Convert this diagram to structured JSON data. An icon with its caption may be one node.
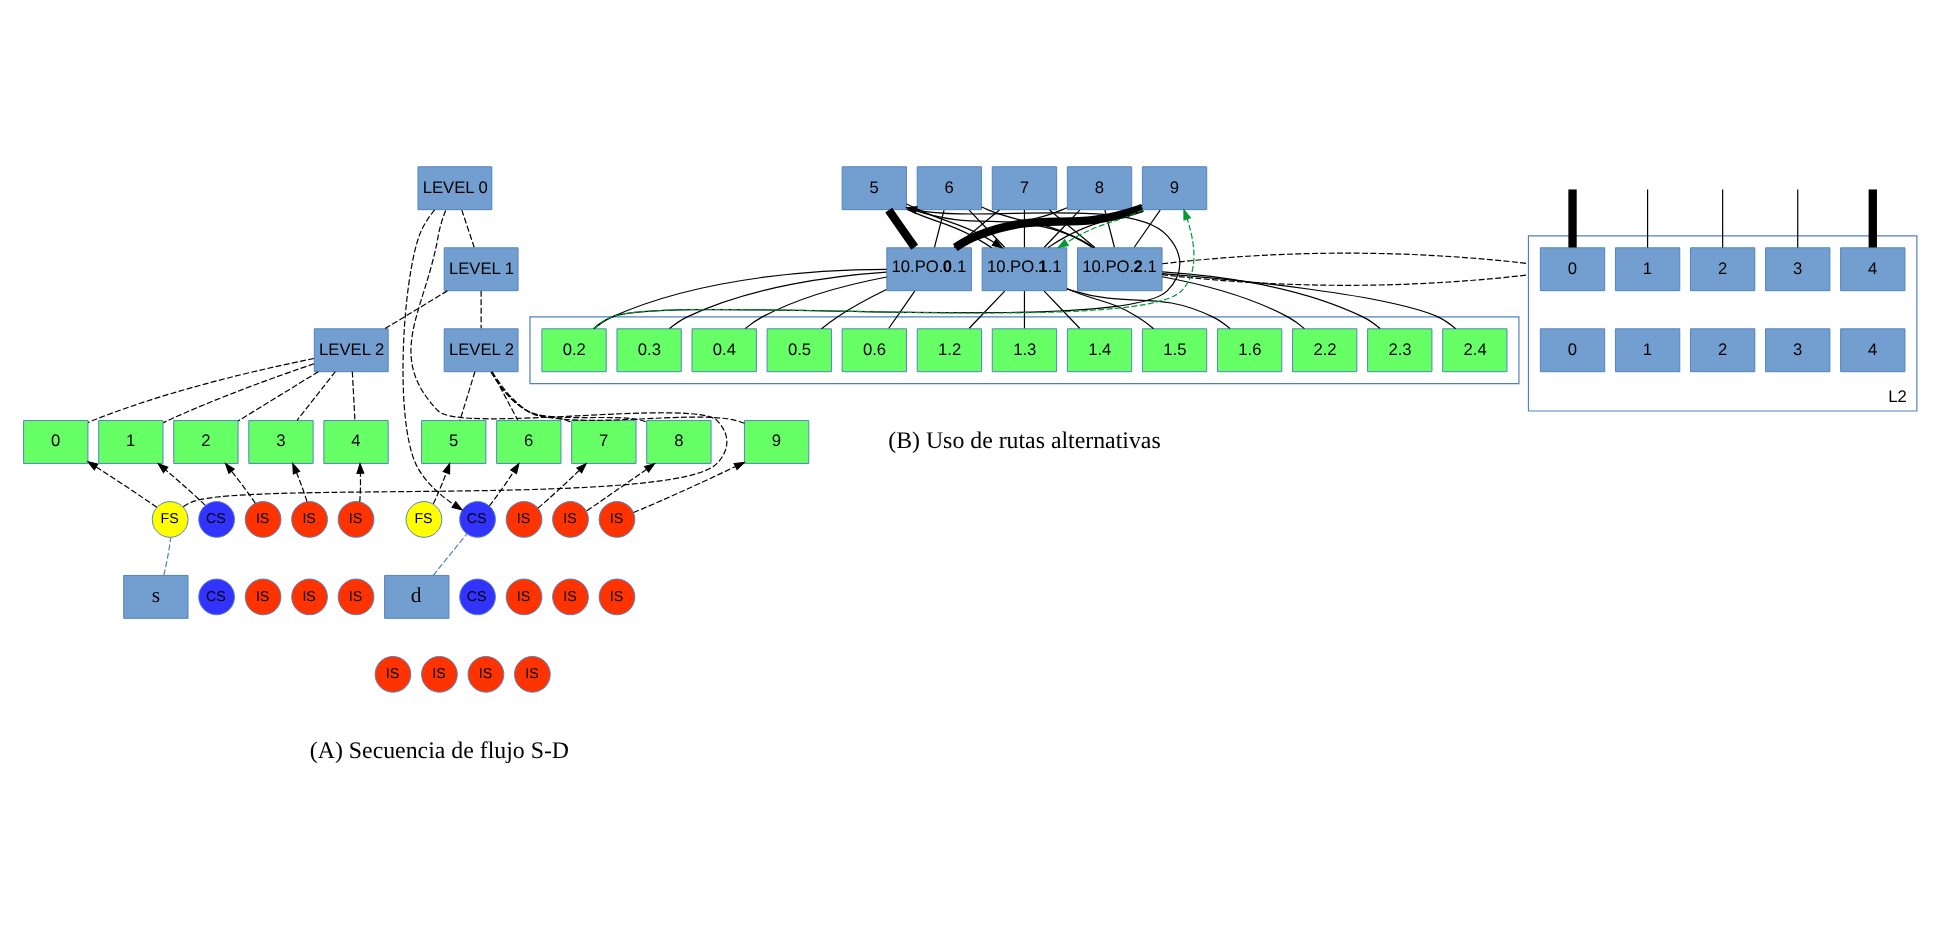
{
  "diagram": {
    "nodes": [
      {
        "text": [
          "LEVEL 0"
        ]
      },
      {
        "text": [
          "LEVEL 1"
        ]
      },
      {
        "text": [
          "LEVEL 2"
        ]
      },
      {
        "text": [
          "LEVEL 2"
        ]
      },
      {
        "text": [
          "0"
        ]
      },
      {
        "text": [
          "1"
        ]
      },
      {
        "text": [
          "2"
        ]
      },
      {
        "text": [
          "3"
        ]
      },
      {
        "text": [
          "4"
        ]
      },
      {
        "text": [
          "5"
        ]
      },
      {
        "text": [
          "6"
        ]
      },
      {
        "text": [
          "7"
        ]
      },
      {
        "text": [
          "8"
        ]
      },
      {
        "text": [
          "9"
        ]
      },
      {
        "text": [
          "FS"
        ]
      },
      {
        "text": [
          "CS"
        ]
      },
      {
        "text": [
          "IS"
        ]
      },
      {
        "text": [
          "IS"
        ]
      },
      {
        "text": [
          "IS"
        ]
      },
      {
        "text": [
          "CS"
        ]
      },
      {
        "text": [
          "IS"
        ]
      },
      {
        "text": [
          "IS"
        ]
      },
      {
        "text": [
          "IS"
        ]
      },
      {
        "text": [
          "IS"
        ]
      },
      {
        "text": [
          "IS"
        ]
      },
      {
        "text": [
          "FS"
        ]
      },
      {
        "text": [
          "CS"
        ]
      },
      {
        "text": [
          "IS"
        ]
      },
      {
        "text": [
          "IS"
        ]
      },
      {
        "text": [
          "IS"
        ]
      },
      {
        "text": [
          "CS"
        ]
      },
      {
        "text": [
          "IS"
        ]
      },
      {
        "text": [
          "IS"
        ]
      },
      {
        "text": [
          "IS"
        ]
      },
      {
        "text": [
          "IS"
        ]
      },
      {
        "text": [
          "IS"
        ]
      },
      {
        "text": [
          "s"
        ]
      },
      {
        "text": [
          "d"
        ]
      },
      {
        "text": [
          "5"
        ]
      },
      {
        "text": [
          "6"
        ]
      },
      {
        "text": [
          "7"
        ]
      },
      {
        "text": [
          "8"
        ]
      },
      {
        "text": [
          "9"
        ]
      },
      {
        "text": [
          "10.PO.**0**.1"
        ]
      },
      {
        "text": [
          "10.PO.**1**.1"
        ]
      },
      {
        "text": [
          "10.PO.**2**.1"
        ]
      },
      {
        "text": [
          "L2"
        ]
      },
      {
        "text": [
          "0"
        ],
        "in": 46
      },
      {
        "text": [
          "1"
        ],
        "in": 46
      },
      {
        "text": [
          "2"
        ],
        "in": 46
      },
      {
        "text": [
          "3"
        ],
        "in": 46
      },
      {
        "text": [
          "4"
        ],
        "in": 46
      },
      {
        "text": [
          "0"
        ],
        "in": 46
      },
      {
        "text": [
          "1"
        ],
        "in": 46
      },
      {
        "text": [
          "2"
        ],
        "in": 46
      },
      {
        "text": [
          "3"
        ],
        "in": 46
      },
      {
        "text": [
          "4"
        ],
        "in": 46
      },
      {
        "text": [],
        "shape": "box"
      },
      {
        "text": [
          "0.2"
        ],
        "in": 57
      },
      {
        "text": [
          "0.3"
        ],
        "in": 57
      },
      {
        "text": [
          "0.4"
        ],
        "in": 57
      },
      {
        "text": [
          "0.5"
        ],
        "in": 57
      },
      {
        "text": [
          "0.6"
        ],
        "in": 57
      },
      {
        "text": [
          "1.2"
        ],
        "in": 57
      },
      {
        "text": [
          "1.3"
        ],
        "in": 57
      },
      {
        "text": [
          "1.4"
        ],
        "in": 57
      },
      {
        "text": [
          "1.5"
        ],
        "in": 57
      },
      {
        "text": [
          "1.6"
        ],
        "in": 57
      },
      {
        "text": [
          "2.2"
        ],
        "in": 57
      },
      {
        "text": [
          "2.3"
        ],
        "in": 57
      },
      {
        "text": [
          "2.4"
        ],
        "in": 57
      }
    ],
    "edges": [
      {
        "from": 0,
        "to": 1,
        "arrow": "none",
        "style": "dashed"
      },
      {
        "from": 1,
        "to": 2,
        "arrow": "none",
        "style": "dashed"
      },
      {
        "from": 1,
        "to": 3,
        "arrow": "none",
        "style": "dashed"
      },
      {
        "from": 2,
        "to": 4,
        "arrow": "none",
        "style": "dashed"
      },
      {
        "from": 2,
        "to": 5,
        "arrow": "none",
        "style": "dashed"
      },
      {
        "from": 2,
        "to": 6,
        "arrow": "none",
        "style": "dashed"
      },
      {
        "from": 2,
        "to": 7,
        "arrow": "none",
        "style": "dashed"
      },
      {
        "from": 2,
        "to": 8,
        "arrow": "none",
        "style": "dashed"
      },
      {
        "from": 3,
        "to": 9,
        "arrow": "none",
        "style": "dashed"
      },
      {
        "from": 3,
        "to": 10,
        "arrow": "none",
        "style": "dashed"
      },
      {
        "from": 3,
        "to": 11,
        "arrow": "none",
        "style": "dashed"
      },
      {
        "from": 3,
        "to": 12,
        "arrow": "none",
        "style": "dashed"
      },
      {
        "from": 3,
        "to": 13,
        "arrow": "none",
        "style": "dashed"
      },
      {
        "from": 14,
        "to": 4,
        "arrow": "to",
        "style": "dashed"
      },
      {
        "from": 15,
        "to": 5,
        "arrow": "to",
        "style": "dashed"
      },
      {
        "from": 16,
        "to": 6,
        "arrow": "to",
        "style": "dashed"
      },
      {
        "from": 17,
        "to": 7,
        "arrow": "to",
        "style": "dashed"
      },
      {
        "from": 18,
        "to": 8,
        "arrow": "to",
        "style": "dashed"
      },
      {
        "from": 25,
        "to": 9,
        "arrow": "to",
        "style": "dashed"
      },
      {
        "from": 26,
        "to": 10,
        "arrow": "to",
        "style": "dashed"
      },
      {
        "from": 27,
        "to": 11,
        "arrow": "to",
        "style": "dashed"
      },
      {
        "from": 28,
        "to": 12,
        "arrow": "to",
        "style": "dashed"
      },
      {
        "from": 29,
        "to": 13,
        "arrow": "to",
        "style": "dashed"
      },
      {
        "from": 14,
        "to": 0,
        "arrow": "none",
        "style": "dashed"
      },
      {
        "from": 0,
        "to": 26,
        "arrow": "to",
        "style": "dashed"
      },
      {
        "from": 36,
        "to": 14,
        "arrow": "none",
        "style": "dashed",
        "color": "#4f81bd"
      },
      {
        "from": 37,
        "to": 26,
        "arrow": "none",
        "style": "dashed",
        "color": "#4f81bd"
      },
      {
        "from": 38,
        "to": 43,
        "arrow": "none",
        "style": "thick"
      },
      {
        "from": 38,
        "to": 44,
        "arrow": "none"
      },
      {
        "from": 38,
        "to": 45,
        "arrow": "none"
      },
      {
        "from": 39,
        "to": 43,
        "arrow": "none"
      },
      {
        "from": 39,
        "to": 44,
        "arrow": "none"
      },
      {
        "from": 39,
        "to": 45,
        "arrow": "none"
      },
      {
        "from": 40,
        "to": 43,
        "arrow": "none"
      },
      {
        "from": 40,
        "to": 44,
        "arrow": "none"
      },
      {
        "from": 40,
        "to": 45,
        "arrow": "none"
      },
      {
        "from": 41,
        "to": 43,
        "arrow": "none"
      },
      {
        "from": 41,
        "to": 44,
        "arrow": "none"
      },
      {
        "from": 41,
        "to": 45,
        "arrow": "none"
      },
      {
        "from": 42,
        "to": 43,
        "arrow": "none",
        "style": "thick"
      },
      {
        "from": 42,
        "to": 44,
        "arrow": "none"
      },
      {
        "from": 42,
        "to": 45,
        "arrow": "none"
      },
      {
        "from": null,
        "to": 47,
        "arrow": "none",
        "style": "thick"
      },
      {
        "from": null,
        "to": 48,
        "arrow": "none"
      },
      {
        "from": null,
        "to": 49,
        "arrow": "none"
      },
      {
        "from": null,
        "to": 50,
        "arrow": "none"
      },
      {
        "from": null,
        "to": 51,
        "arrow": "none",
        "style": "thick"
      },
      {
        "from": 45,
        "to": 46,
        "arrow": "none",
        "style": "dashed"
      },
      {
        "from": 45,
        "to": 46,
        "arrow": "none",
        "style": "dashed"
      },
      {
        "from": 43,
        "to": 58,
        "arrow": "none"
      },
      {
        "from": 43,
        "to": 59,
        "arrow": "none"
      },
      {
        "from": 43,
        "to": 60,
        "arrow": "none"
      },
      {
        "from": 43,
        "to": 61,
        "arrow": "none"
      },
      {
        "from": 43,
        "to": 62,
        "arrow": "none"
      },
      {
        "from": 44,
        "to": 63,
        "arrow": "none"
      },
      {
        "from": 44,
        "to": 64,
        "arrow": "none"
      },
      {
        "from": 44,
        "to": 65,
        "arrow": "none"
      },
      {
        "from": 44,
        "to": 66,
        "arrow": "none"
      },
      {
        "from": 44,
        "to": 67,
        "arrow": "none"
      },
      {
        "from": 45,
        "to": 68,
        "arrow": "none"
      },
      {
        "from": 45,
        "to": 69,
        "arrow": "none"
      },
      {
        "from": 45,
        "to": 70,
        "arrow": "none"
      },
      {
        "from": 58,
        "to": 38,
        "arrow": "to"
      },
      {
        "from": 58,
        "to": 42,
        "arrow": "to",
        "style": "dashed",
        "color": "#009933"
      },
      {
        "from": 42,
        "to": 44,
        "arrow": "to",
        "style": "dashed",
        "color": "#009933"
      },
      {
        "from": 38,
        "to": 44,
        "arrow": "to"
      }
    ],
    "labels": [
      "(A) Secuencia de flujo S-D",
      "(B) Uso de rutas alternativas"
    ]
  }
}
